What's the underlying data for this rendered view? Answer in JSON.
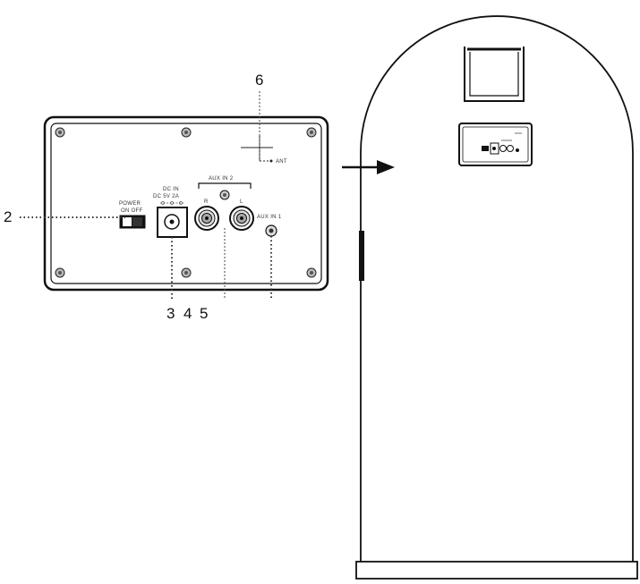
{
  "callouts": {
    "c2": "2",
    "c3": "3",
    "c4": "4",
    "c5": "5",
    "c6": "6"
  },
  "panel_labels": {
    "power": "POWER",
    "on_off": "ON OFF",
    "dc_in": "DC IN",
    "dc_rating": "DC 5V 2A",
    "aux_in_2": "AUX IN 2",
    "channel_r": "R",
    "channel_l": "L",
    "aux_in_1": "AUX IN 1",
    "ant": "ANT"
  }
}
